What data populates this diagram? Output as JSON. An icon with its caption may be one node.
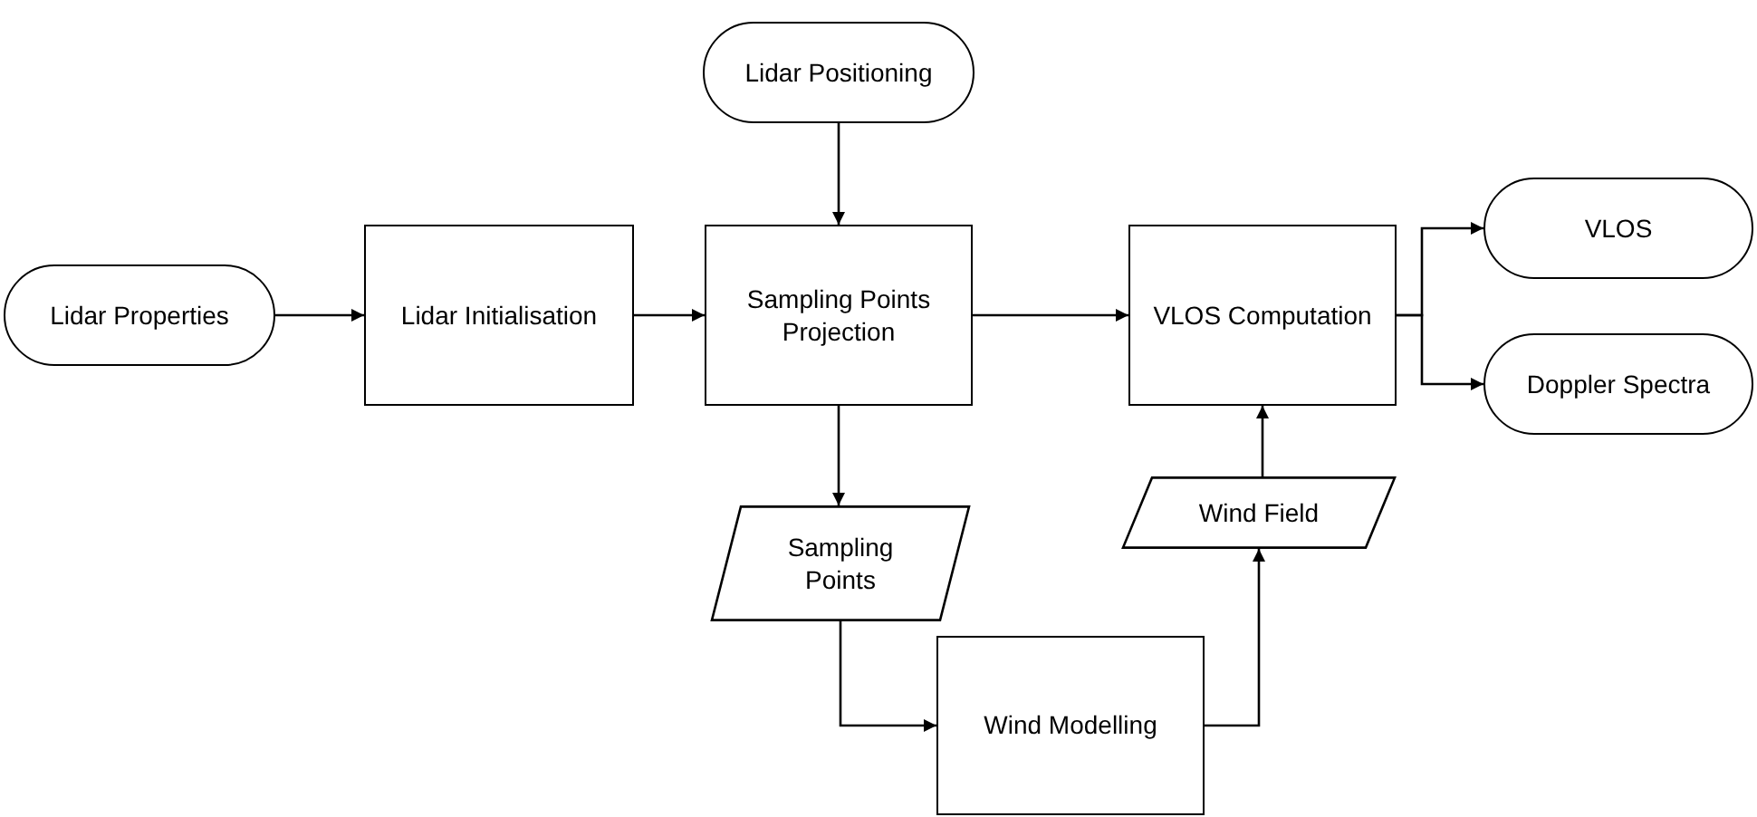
{
  "diagram": {
    "nodes": [
      {
        "text": [
          "Lidar Positioning"
        ]
      },
      {
        "text": [
          "Lidar Properties"
        ]
      },
      {
        "text": [
          "Lidar Initialisation"
        ]
      },
      {
        "text": [
          "Sampling Points Projection"
        ]
      },
      {
        "text": [
          "VLOS Computation"
        ]
      },
      {
        "text": [
          "VLOS"
        ]
      },
      {
        "text": [
          "Doppler Spectra"
        ]
      },
      {
        "text": [
          "Wind Field"
        ]
      },
      {
        "text": [
          "Sampling Points"
        ]
      },
      {
        "text": [
          "Wind Modelling"
        ]
      }
    ],
    "edges": [
      {
        "from": 0,
        "to": 3,
        "arrow": "to"
      },
      {
        "from": 1,
        "to": 2,
        "arrow": "to"
      },
      {
        "from": 2,
        "to": 3,
        "arrow": "to"
      },
      {
        "from": 3,
        "to": 4,
        "arrow": "to"
      },
      {
        "from": 4,
        "to": 5,
        "arrow": "to"
      },
      {
        "from": 4,
        "to": 6,
        "arrow": "to"
      },
      {
        "from": 3,
        "to": 8,
        "arrow": "to"
      },
      {
        "from": 8,
        "to": 9,
        "arrow": "to"
      },
      {
        "from": 9,
        "to": 7,
        "arrow": "to"
      },
      {
        "from": 7,
        "to": 4,
        "arrow": "to"
      }
    ]
  }
}
